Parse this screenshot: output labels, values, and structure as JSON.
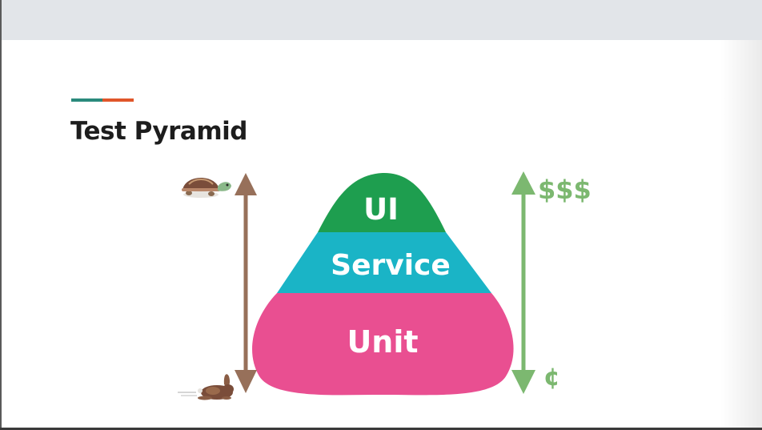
{
  "slide": {
    "title": "Test Pyramid"
  },
  "pyramid": {
    "layers": [
      {
        "label": "UI",
        "color": "#1e9e4f"
      },
      {
        "label": "Service",
        "color": "#1ab4c6"
      },
      {
        "label": "Unit",
        "color": "#e94f91"
      }
    ]
  },
  "speed_axis": {
    "top_icon": "turtle-icon",
    "bottom_icon": "rabbit-icon",
    "arrow_color": "#97705a"
  },
  "cost_axis": {
    "top_label": "$$$",
    "bottom_label": "¢",
    "color": "#7cb870"
  }
}
